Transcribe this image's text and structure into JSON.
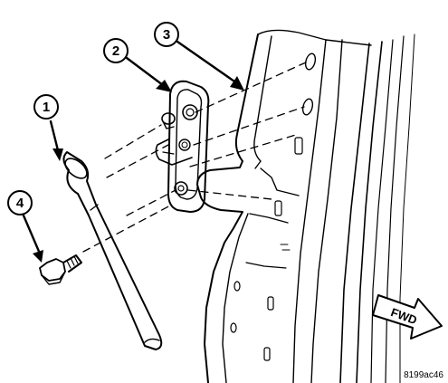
{
  "callouts": [
    {
      "id": "1",
      "label": "1"
    },
    {
      "id": "2",
      "label": "2"
    },
    {
      "id": "3",
      "label": "3"
    },
    {
      "id": "4",
      "label": "4"
    }
  ],
  "direction_label": "FWD",
  "figure_id": "8199ac46",
  "colors": {
    "line": "#000000",
    "background": "#ffffff",
    "arrow_fill": "#ffffff"
  }
}
